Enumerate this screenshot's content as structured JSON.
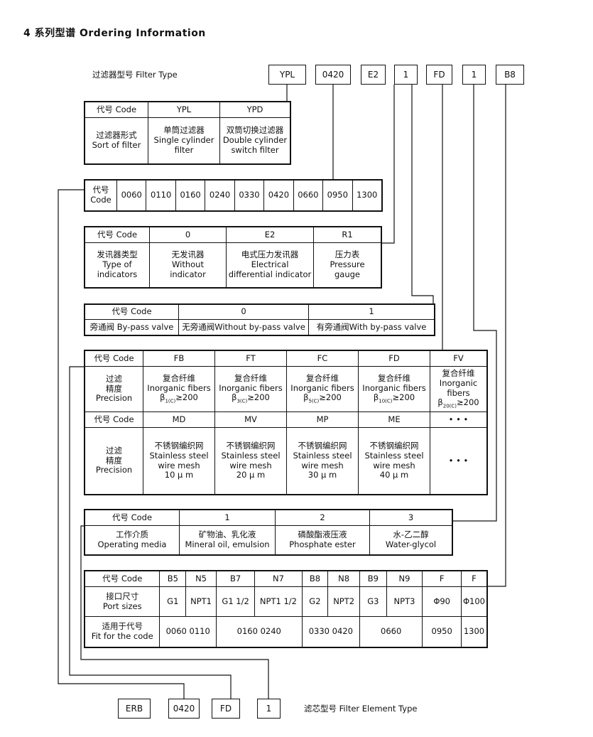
{
  "title": "4 系列型谱 Ordering Information",
  "filter_type_label": "过滤器型号  Filter Type",
  "model_boxes": [
    "YPL",
    "0420",
    "E2",
    "1",
    "FD",
    "1",
    "B8"
  ],
  "element_type_label": "滤芯型号 Filter Element Type",
  "element_boxes": [
    "ERB",
    "0420",
    "FD",
    "1"
  ],
  "type_table": {
    "code": "代号 Code",
    "codes": [
      "YPL",
      "YPD"
    ],
    "row_label": "过滤器形式\nSort of filter",
    "values": [
      "单筒过滤器\nSingle cylinder\nfilter",
      "双筒切换过滤器\nDouble cylinder\nswitch filter"
    ]
  },
  "size_table": {
    "code": "代号\nCode",
    "values": [
      "0060",
      "0110",
      "0160",
      "0240",
      "0330",
      "0420",
      "0660",
      "0950",
      "1300"
    ]
  },
  "indicator_table": {
    "code": "代号 Code",
    "codes": [
      "0",
      "E2",
      "R1"
    ],
    "row_label": "发讯器类型\nType of\nindicators",
    "values": [
      "无发讯器\nWithout\nindicator",
      "电式压力发讯器\nElectrical\ndifferential indicator",
      "压力表\nPressure\ngauge"
    ]
  },
  "bypass_table": {
    "code": "代号 Code",
    "codes": [
      "0",
      "1"
    ],
    "row_label": "旁通阀 By-pass valve",
    "values": [
      "无旁通阀Without by-pass valve",
      "有旁通阀With by-pass valve"
    ]
  },
  "precision_table": {
    "code": "代号 Code",
    "codes1": [
      "FB",
      "FT",
      "FC",
      "FD",
      "FV"
    ],
    "row_label": "过滤\n精度\nPrecision",
    "fiber_cn": "复合纤维",
    "fiber_en": "Inorganic fibers",
    "beta": "β",
    "ge": "≥200",
    "subs": [
      "1(C)",
      "3(C)",
      "5(C)",
      "10(C)",
      "20(C)"
    ],
    "codes2": [
      "MD",
      "MV",
      "MP",
      "ME",
      "• • •"
    ],
    "mesh_values": [
      "不锈钢编织网\nStainless steel\nwire mesh\n10 μ m",
      "不锈钢编织网\nStainless steel\nwire mesh\n20 μ m",
      "不锈钢编织网\nStainless steel\nwire mesh\n30 μ m",
      "不锈钢编织网\nStainless steel\nwire mesh\n40 μ m",
      "• • •"
    ]
  },
  "media_table": {
    "code": "代号  Code",
    "codes": [
      "1",
      "2",
      "3"
    ],
    "row_label": "工作介质\nOperating media",
    "values": [
      "矿物油、乳化液\nMineral oil, emulsion",
      "磷酸酯液压液\nPhosphate ester",
      "水-乙二醇\nWater-glycol"
    ]
  },
  "port_table": {
    "code": "代号 Code",
    "codes": [
      "B5",
      "N5",
      "B7",
      "N7",
      "B8",
      "N8",
      "B9",
      "N9",
      "F",
      "F"
    ],
    "row_label": "接口尺寸\nPort sizes",
    "sizes": [
      "G1",
      "NPT1",
      "G1 1/2",
      "NPT1 1/2",
      "G2",
      "NPT2",
      "G3",
      "NPT3",
      "Φ90",
      "Φ100"
    ],
    "fit_label": "适用于代号\nFit for the code",
    "fits": [
      "0060 0110",
      "0160  0240",
      "0330  0420",
      "0660",
      "0950",
      "1300"
    ]
  }
}
